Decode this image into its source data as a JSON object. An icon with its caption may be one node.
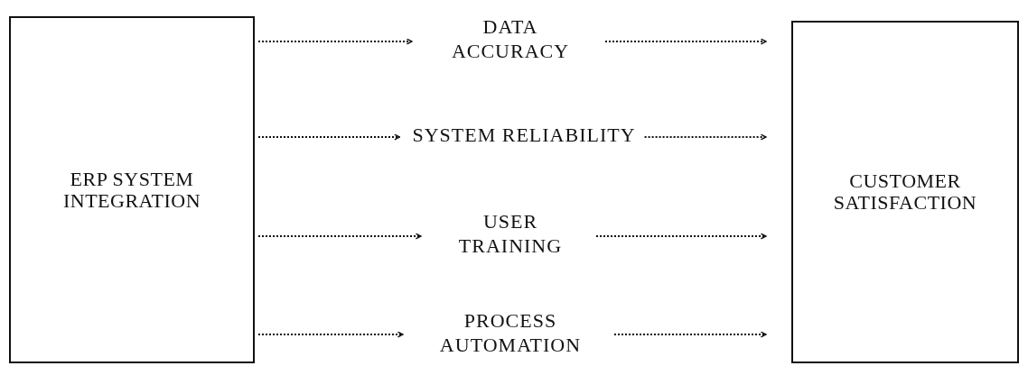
{
  "diagram": {
    "nodes": [
      {
        "text": [
          "ERP SYSTEM INTEGRATION"
        ]
      },
      {
        "text": [
          "DATA ACCURACY"
        ]
      },
      {
        "text": [
          "SYSTEM RELIABILITY"
        ]
      },
      {
        "text": [
          "USER TRAINING"
        ]
      },
      {
        "text": [
          "PROCESS AUTOMATION"
        ]
      },
      {
        "text": [
          "CUSTOMER SATISFACTION"
        ]
      }
    ],
    "edges": [
      {
        "from": 0,
        "to": 1,
        "arrow": "to",
        "style": "dashed"
      },
      {
        "from": 0,
        "to": 2,
        "arrow": "to",
        "style": "dashed"
      },
      {
        "from": 0,
        "to": 3,
        "arrow": "to",
        "style": "dashed"
      },
      {
        "from": 0,
        "to": 4,
        "arrow": "to",
        "style": "dashed"
      },
      {
        "from": 1,
        "to": 5,
        "arrow": "to",
        "style": "dashed"
      },
      {
        "from": 2,
        "to": 5,
        "arrow": "to",
        "style": "dashed"
      },
      {
        "from": 3,
        "to": 5,
        "arrow": "to",
        "style": "dashed"
      },
      {
        "from": 4,
        "to": 5,
        "arrow": "to",
        "style": "dashed"
      }
    ]
  }
}
